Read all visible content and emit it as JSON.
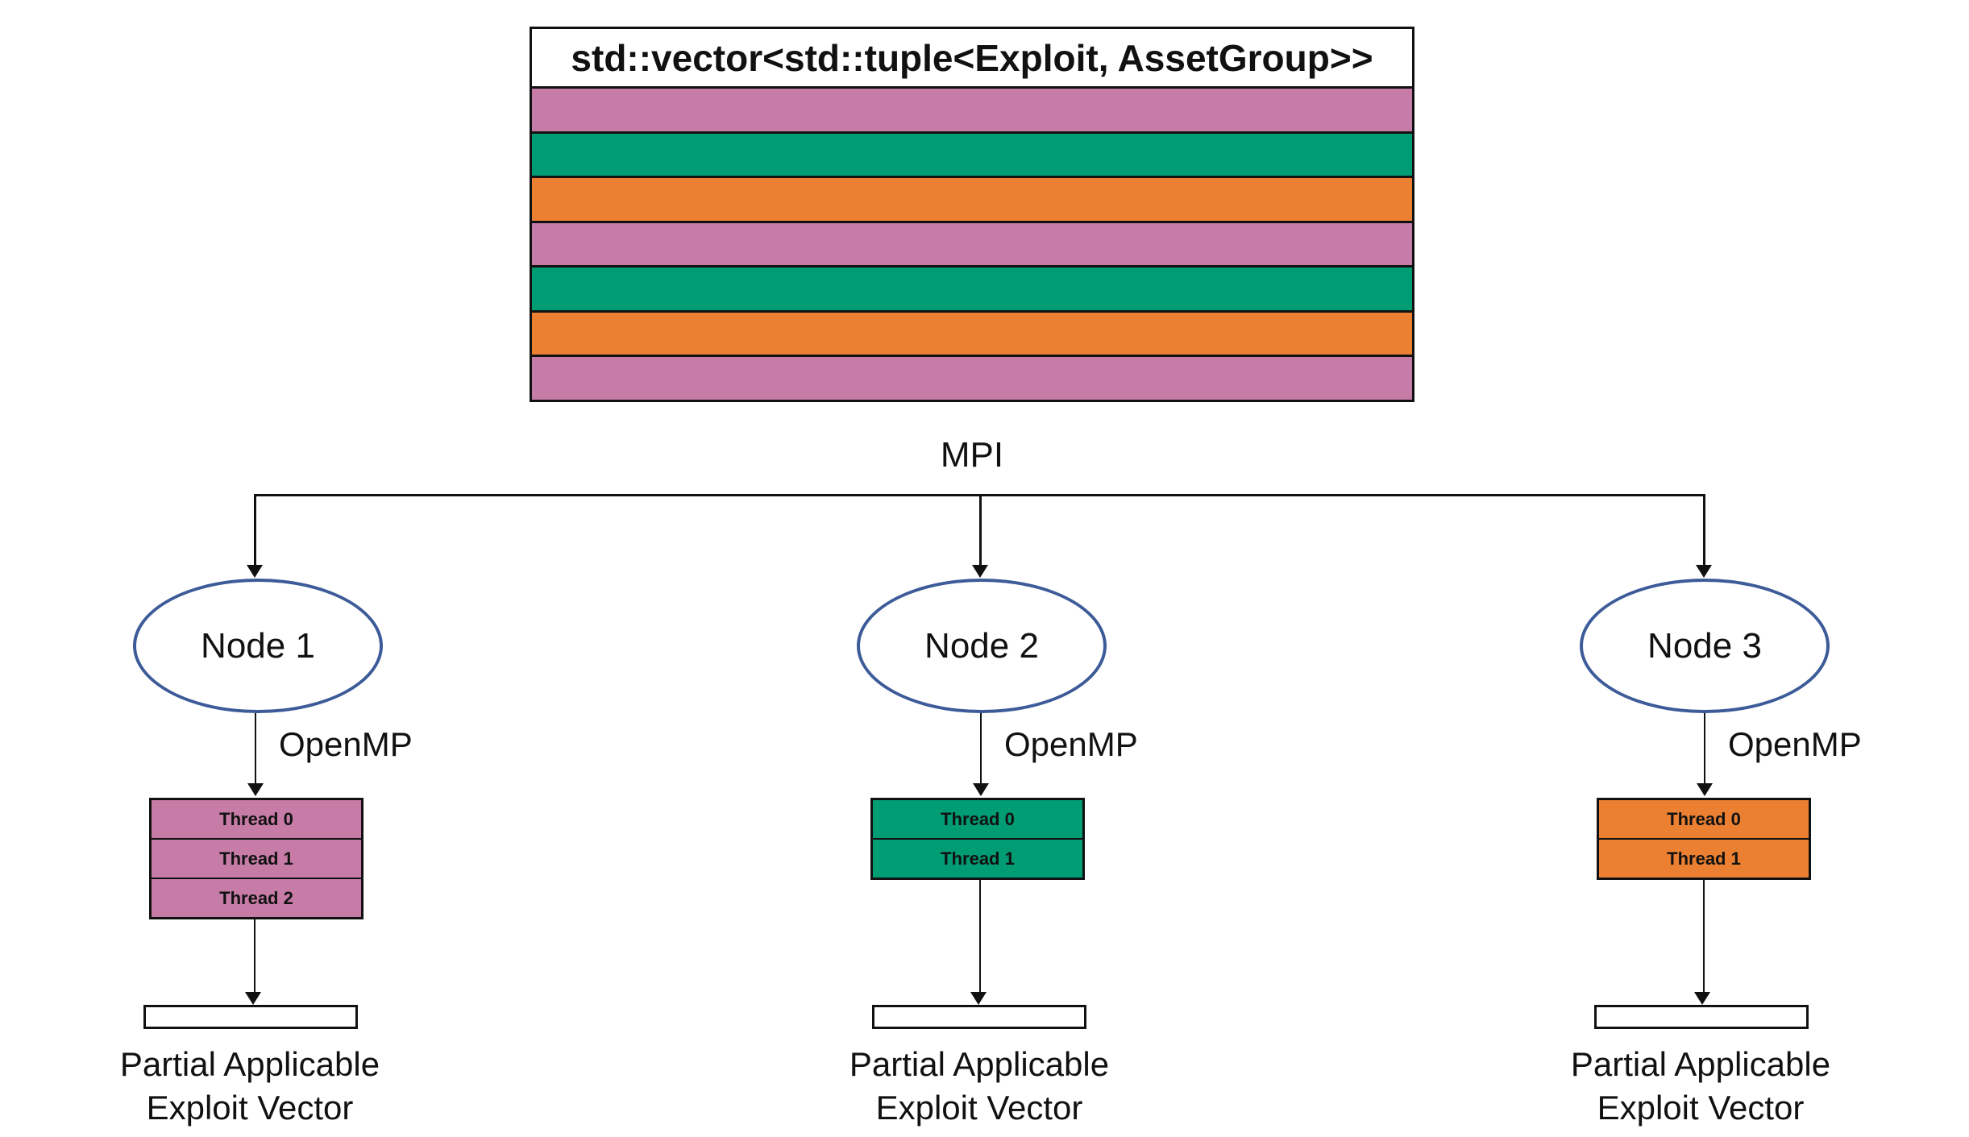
{
  "diagram": {
    "title": "std::vector<std::tuple<Exploit, AssetGroup>>",
    "mpi_label": "MPI",
    "stripes": [
      {
        "name": "tuple-pink",
        "color": "#C77CA7"
      },
      {
        "name": "tuple-green",
        "color": "#009C73"
      },
      {
        "name": "tuple-orange",
        "color": "#EC8032"
      },
      {
        "name": "tuple-pink",
        "color": "#C77CA7"
      },
      {
        "name": "tuple-green",
        "color": "#009C73"
      },
      {
        "name": "tuple-orange",
        "color": "#EC8032"
      },
      {
        "name": "tuple-pink",
        "color": "#C77CA7"
      }
    ],
    "colors": {
      "node_outline": "#3C5B98",
      "connector": "#111111",
      "pink": "#C77CA7",
      "green": "#009C73",
      "orange": "#EC8032"
    },
    "nodes": [
      {
        "label": "Node 1",
        "openmp_label": "OpenMP",
        "thread_color": "#C77CA7",
        "threads": [
          "Thread 0",
          "Thread 1",
          "Thread 2"
        ],
        "output_line1": "Partial Applicable",
        "output_line2": "Exploit Vector"
      },
      {
        "label": "Node 2",
        "openmp_label": "OpenMP",
        "thread_color": "#009C73",
        "threads": [
          "Thread 0",
          "Thread 1"
        ],
        "output_line1": "Partial Applicable",
        "output_line2": "Exploit Vector"
      },
      {
        "label": "Node 3",
        "openmp_label": "OpenMP",
        "thread_color": "#EC8032",
        "threads": [
          "Thread 0",
          "Thread 1"
        ],
        "output_line1": "Partial Applicable",
        "output_line2": "Exploit Vector"
      }
    ]
  }
}
